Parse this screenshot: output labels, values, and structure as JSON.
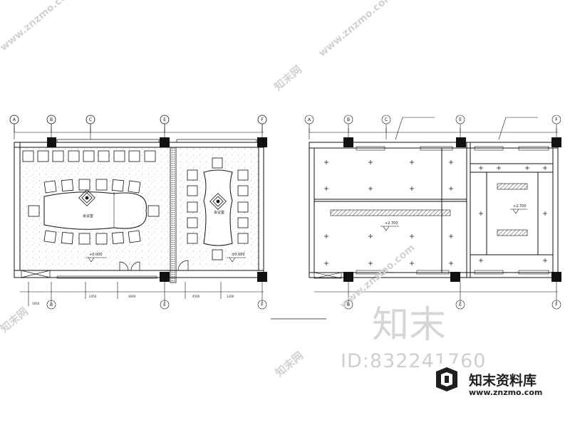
{
  "drawings": [
    {
      "name": "furniture-plan",
      "grid_top": [
        "A",
        "B",
        "C",
        "E",
        "F"
      ],
      "grid_bottom": [
        "B",
        "E",
        "F"
      ],
      "room_tags": [
        "会议室",
        "会议室"
      ],
      "elev_tags": [
        "+0.000",
        "±0.000"
      ],
      "dimension_notes": [
        "2450",
        "3000",
        "4500",
        "1200",
        "1950"
      ]
    },
    {
      "name": "ceiling-plan",
      "grid_top": [
        "A",
        "B",
        "C",
        "E",
        "F"
      ],
      "grid_bottom": [
        "B",
        "E",
        "F"
      ],
      "elev_tags": [
        "+2.700",
        "+2.700"
      ]
    }
  ],
  "watermark": {
    "diagonal_text": [
      "www.znzmo.com",
      "知末网",
      "www.znzmo.com",
      "知末网",
      "www.znzmo.com",
      "知末网"
    ],
    "center_chars": "知末",
    "id_text": "ID:832241760"
  },
  "brand": {
    "name": "知末资料库",
    "url": "www.znzmo.com"
  },
  "colors": {
    "line": "#111111",
    "watermark": "#d2d2d2",
    "hatch": "#555555"
  }
}
